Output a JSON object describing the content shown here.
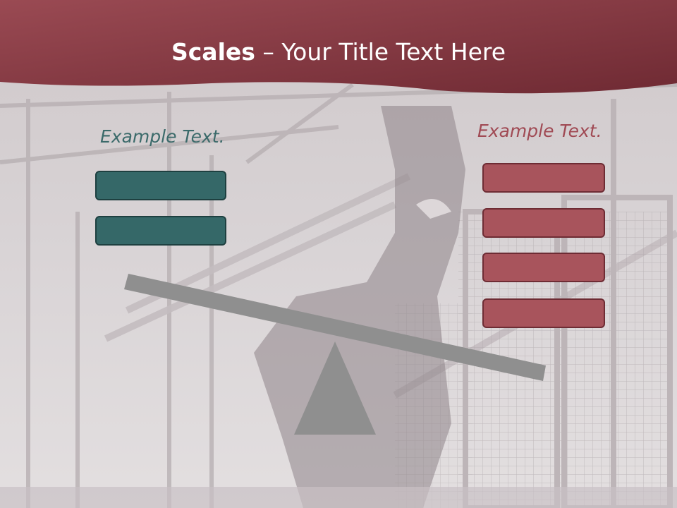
{
  "slide": {
    "title_strong": "Scales",
    "title_rest": " – Your Title Text Here",
    "left_label": "Example Text.",
    "right_label": "Example Text.",
    "left_boxes": 2,
    "right_boxes": 4,
    "colors": {
      "header": "#8a3c46",
      "teal_box": "#356868",
      "red_box": "#a8545c",
      "beam": "#8f8f8f",
      "fulcrum": "#8f8f8f"
    }
  }
}
